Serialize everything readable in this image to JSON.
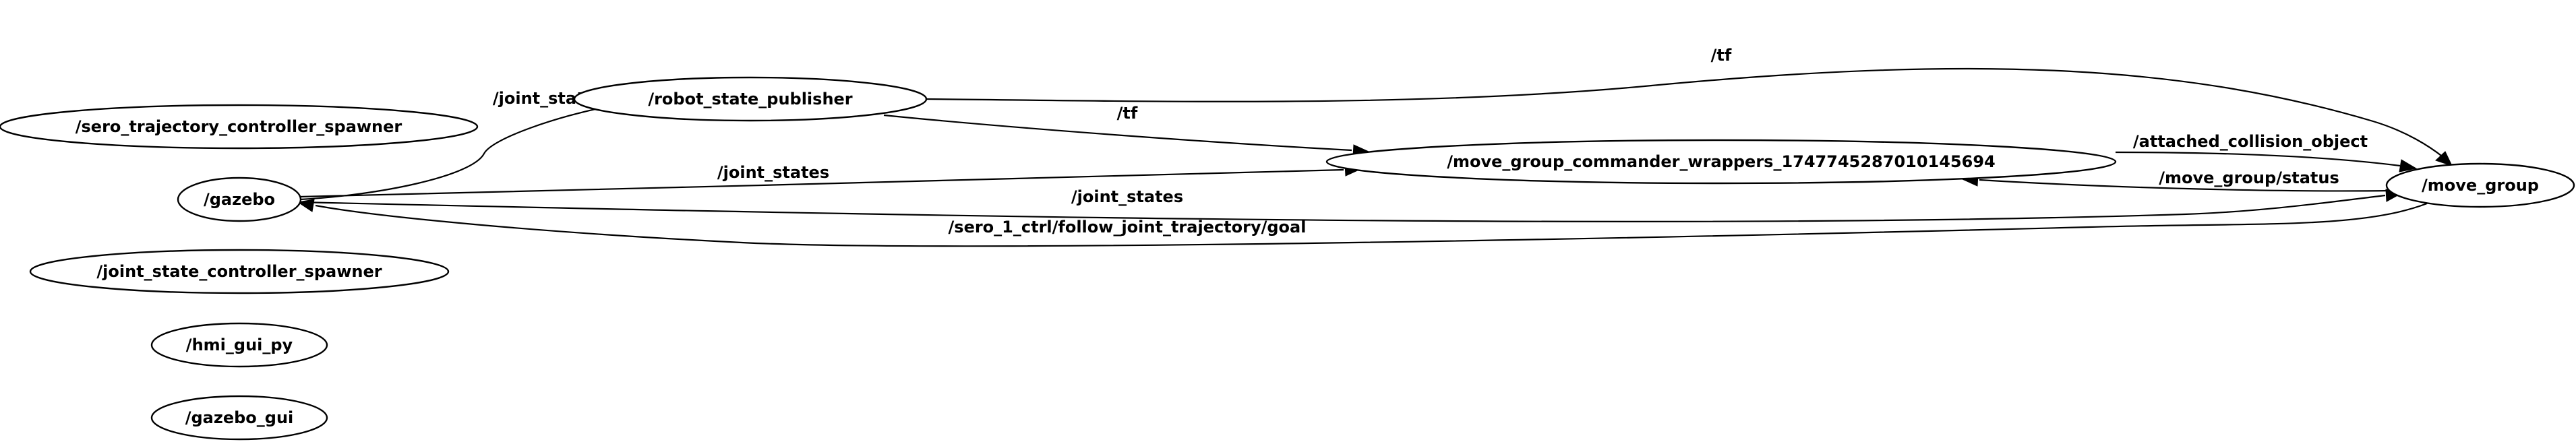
{
  "nodes": {
    "sero_trajectory_controller_spawner": "/sero_trajectory_controller_spawner",
    "gazebo": "/gazebo",
    "joint_state_controller_spawner": "/joint_state_controller_spawner",
    "hmi_gui_py": "/hmi_gui_py",
    "gazebo_gui": "/gazebo_gui",
    "robot_state_publisher": "/robot_state_publisher",
    "move_group_commander_wrappers": "/move_group_commander_wrappers_1747745287010145694",
    "move_group": "/move_group"
  },
  "edges": {
    "gazebo_to_robot_state_publisher": "/joint_states",
    "robot_state_publisher_to_move_group_tf": "/tf",
    "robot_state_publisher_to_wrappers_tf": "/tf",
    "gazebo_to_wrappers": "/joint_states",
    "gazebo_to_move_group": "/joint_states",
    "wrappers_to_move_group": "/attached_collision_object",
    "move_group_to_wrappers": "/move_group/status",
    "move_group_to_gazebo": "/sero_1_ctrl/follow_joint_trajectory/goal"
  },
  "colors": {
    "stroke": "#000000",
    "background": "#ffffff"
  }
}
